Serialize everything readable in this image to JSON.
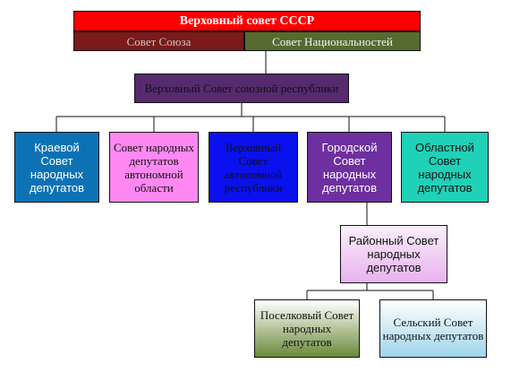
{
  "title": "Верховный совет СССР",
  "chambers": [
    "Совет Союза",
    "Совет Национальностей"
  ],
  "republic_soviet": "Верховный Совет союзной республики",
  "level2": [
    "Краевой Совет народных депутатов",
    "Совет народных депутатов автономной области",
    "Верховный Совет автономной республики",
    "Городской Совет народных депутатов",
    "Областной Совет народных депутатов"
  ],
  "district_soviet": "Районный Совет народных депутатов",
  "level4": [
    "Поселковый Совет народных депутатов",
    "Сельский Совет народных депутатов"
  ],
  "colors": {
    "title_bg": "#ff0000",
    "union_bg": "#7a1a1a",
    "nationalities_bg": "#556b2f",
    "republic_bg": "#552a6e",
    "kray_bg": "#0d72b5",
    "oblast_auto_bg": "#ff88f2",
    "asr_bg": "#0a10ee",
    "city_bg": "#6e2fa0",
    "oblast_bg": "#1fd1b7"
  }
}
